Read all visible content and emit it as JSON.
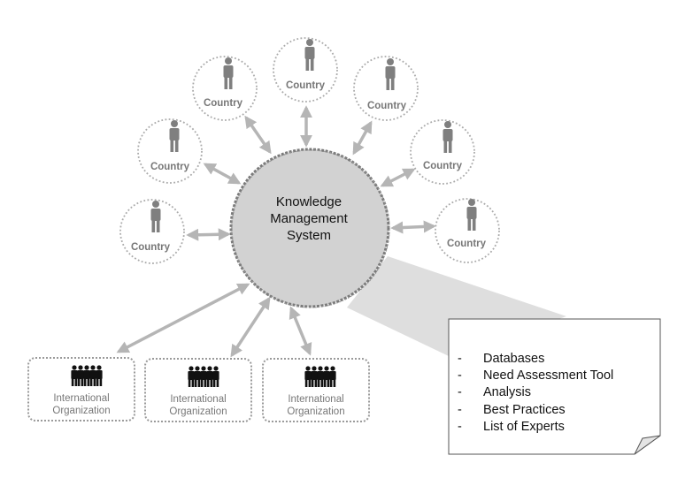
{
  "center": {
    "lines": [
      "Knowledge",
      "Management",
      "System"
    ]
  },
  "countries": [
    {
      "label": "Country"
    },
    {
      "label": "Country"
    },
    {
      "label": "Country"
    },
    {
      "label": "Country"
    },
    {
      "label": "Country"
    },
    {
      "label": "Country"
    },
    {
      "label": "Country"
    }
  ],
  "organizations": [
    {
      "lines": [
        "International",
        "Organization"
      ]
    },
    {
      "lines": [
        "International",
        "Organization"
      ]
    },
    {
      "lines": [
        "International",
        "Organization"
      ]
    }
  ],
  "note": {
    "bullet": "-",
    "items": [
      "Databases",
      "Need Assessment Tool",
      "Analysis",
      "Best Practices",
      "List of Experts"
    ]
  },
  "colors": {
    "arrow": "#b5b5b5",
    "hub_fill": "#d2d2d2",
    "hub_border": "#7a7a7a",
    "dotted": "#aaaaaa",
    "person": "#7f7f7f",
    "org_person": "#111111",
    "callout": "#dedede"
  }
}
